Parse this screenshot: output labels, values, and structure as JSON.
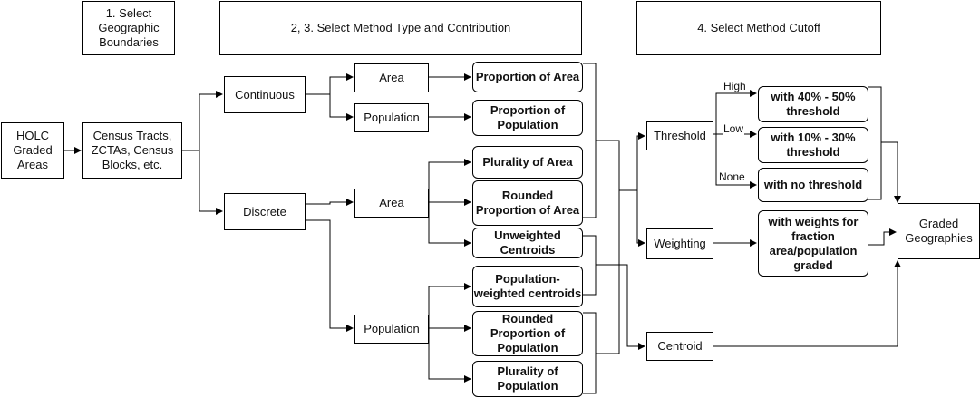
{
  "headers": {
    "step1": "1. Select Geographic Boundaries",
    "step23": "2, 3. Select Method Type and Contribution",
    "step4": "4. Select Method Cutoff"
  },
  "nodes": {
    "holc": "HOLC Graded Areas",
    "census": "Census Tracts, ZCTAs, Census Blocks, etc.",
    "continuous": "Continuous",
    "discrete": "Discrete",
    "cont_area": "Area",
    "cont_population": "Population",
    "disc_area": "Area",
    "disc_population": "Population",
    "prop_area": "Proportion of Area",
    "prop_population": "Proportion of Population",
    "plurality_area": "Plurality of Area",
    "rounded_prop_area": "Rounded Proportion of Area",
    "unweighted_centroids": "Unweighted Centroids",
    "popweighted_centroids": "Population-weighted centroids",
    "rounded_prop_population": "Rounded Proportion of Population",
    "plurality_population": "Plurality of Population",
    "threshold": "Threshold",
    "weighting": "Weighting",
    "centroid": "Centroid",
    "thr_high": "with 40% - 50% threshold",
    "thr_low": "with 10% - 30% threshold",
    "thr_none": "with no threshold",
    "weights": "with weights for fraction area/population graded",
    "graded": "Graded Geographies"
  },
  "edge_labels": {
    "high": "High",
    "low": "Low",
    "none": "None"
  }
}
